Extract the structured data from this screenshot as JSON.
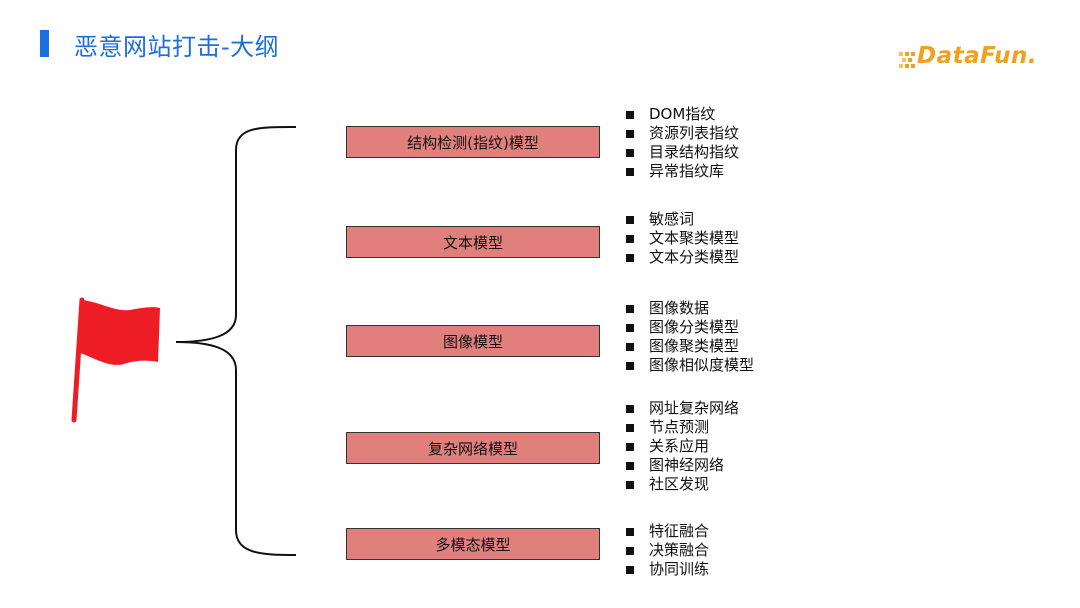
{
  "header": {
    "title": "恶意网站打击-大纲"
  },
  "logo": {
    "text": "DataFun."
  },
  "modules": [
    {
      "label": "结构检测(指纹)模型",
      "items": [
        "DOM指纹",
        "资源列表指纹",
        "目录结构指纹",
        "异常指纹库"
      ]
    },
    {
      "label": "文本模型",
      "items": [
        "敏感词",
        "文本聚类模型",
        "文本分类模型"
      ]
    },
    {
      "label": "图像模型",
      "items": [
        "图像数据",
        "图像分类模型",
        "图像聚类模型",
        "图像相似度模型"
      ]
    },
    {
      "label": "复杂网络模型",
      "items": [
        "网址复杂网络",
        "节点预测",
        "关系应用",
        "图神经网络",
        "社区发现"
      ]
    },
    {
      "label": "多模态模型",
      "items": [
        "特征融合",
        "决策融合",
        "协同训练"
      ]
    }
  ],
  "colors": {
    "title": "#1a6fe0",
    "box_fill": "#e07f7c",
    "flag": "#ee1c25",
    "logo": "#f0a21f"
  }
}
